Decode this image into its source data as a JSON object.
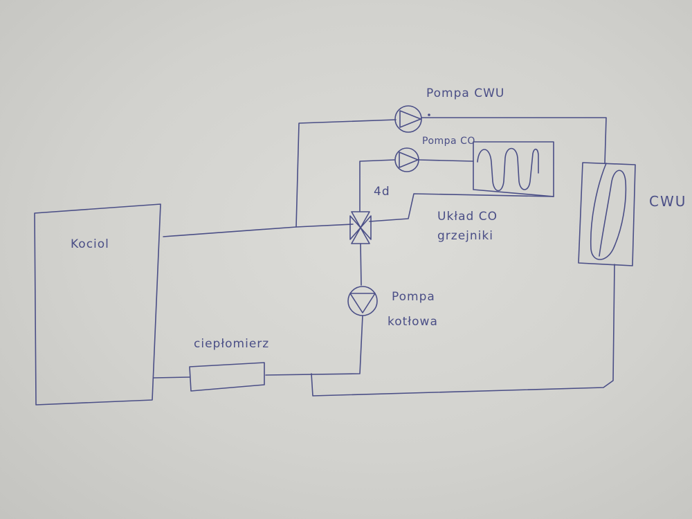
{
  "labels": {
    "boiler": "Kociol",
    "pump_cwu": "Pompa CWU",
    "pump_co": "Pompa CO",
    "valve": "4d",
    "co_system_line1": "Układ CO",
    "co_system_line2": "grzejniki",
    "cwu": "CWU",
    "pump_boiler_line1": "Pompa",
    "pump_boiler_line2": "kotłowa",
    "heat_meter": "ciepłomierz"
  },
  "colors": {
    "ink": "#4a4e86",
    "paper": "#d6d6d2"
  }
}
